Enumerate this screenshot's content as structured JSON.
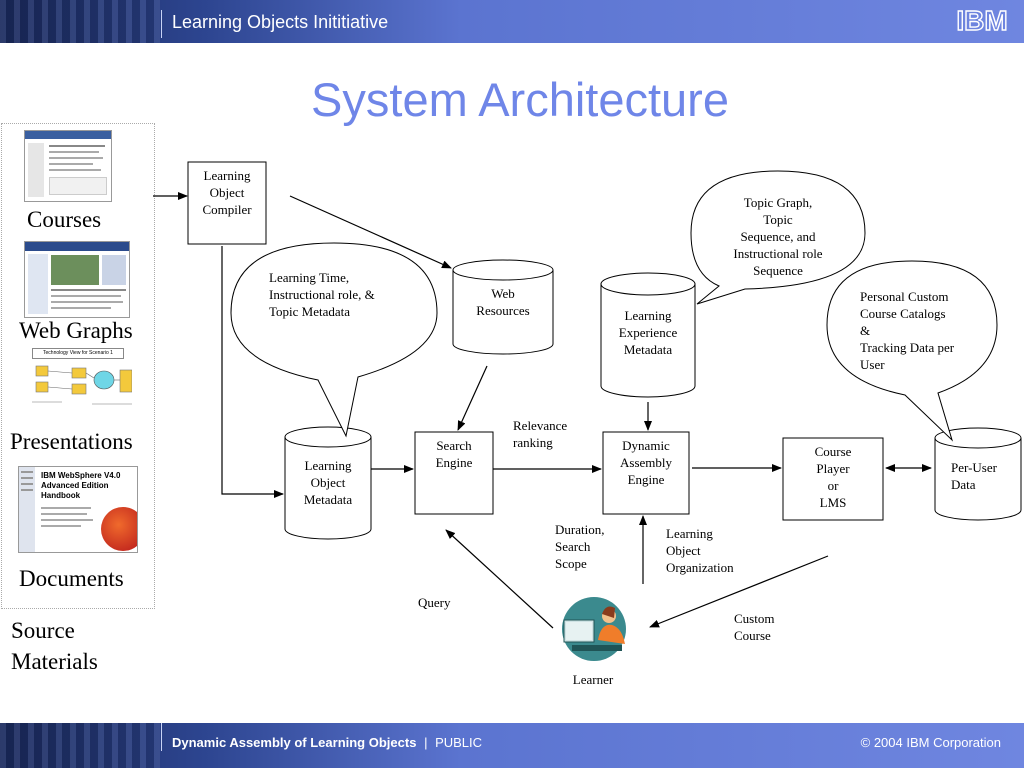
{
  "header": {
    "title": "Learning Objects Inititiative",
    "logo_text": "IBM"
  },
  "slide": {
    "title": "System Architecture"
  },
  "sources": {
    "courses": "Courses",
    "web_graphs": "Web Graphs",
    "presentations": "Presentations",
    "documents": "Documents",
    "source_materials_1": "Source",
    "source_materials_2": "Materials",
    "thumb_tech_view": "Technology View for Scenario 1",
    "thumb_doc_1": "IBM WebSphere V4.0",
    "thumb_doc_2": "Advanced Edition",
    "thumb_doc_3": "Handbook"
  },
  "nodes": {
    "compiler": [
      "Learning",
      "Object",
      "Compiler"
    ],
    "web_resources": [
      "Web",
      "Resources"
    ],
    "lo_metadata": [
      "Learning",
      "Object",
      "Metadata"
    ],
    "search_engine": [
      "Search",
      "Engine"
    ],
    "le_metadata": [
      "Learning",
      "Experience",
      "Metadata"
    ],
    "dae": [
      "Dynamic",
      "Assembly",
      "Engine"
    ],
    "course_player": [
      "Course",
      "Player",
      "or",
      "LMS"
    ],
    "per_user_data": [
      "Per-User",
      "Data"
    ],
    "learner": "Learner"
  },
  "callouts": {
    "topic_metadata": [
      "Learning Time,",
      "Instructional role, &",
      "Topic Metadata"
    ],
    "topic_graph": [
      "Topic Graph,",
      "Topic",
      "Sequence, and",
      "Instructional role",
      "Sequence"
    ],
    "catalogs": [
      "Personal Custom",
      "Course  Catalogs",
      "&",
      "Tracking Data per",
      "User"
    ]
  },
  "edge_labels": {
    "relevance": [
      "Relevance",
      "ranking"
    ],
    "duration": [
      "Duration,",
      "Search",
      "Scope"
    ],
    "organization": [
      "Learning",
      "Object",
      "Organization"
    ],
    "query": "Query",
    "custom_course": [
      "Custom",
      "Course"
    ]
  },
  "footer": {
    "presentation": "Dynamic Assembly of Learning Objects",
    "separator": "|",
    "classification": "PUBLIC",
    "copyright": "© 2004 IBM Corporation"
  },
  "colors": {
    "title": "#6f86e8",
    "bar": "#5b74d0",
    "bar_dark": "#1a2a5e"
  }
}
